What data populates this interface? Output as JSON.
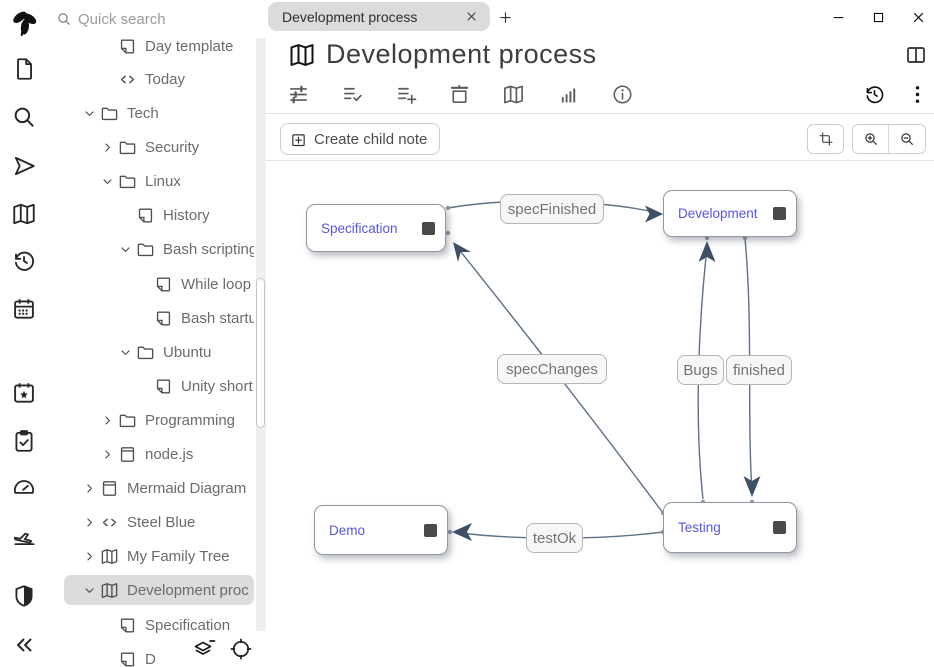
{
  "window": {
    "controls": [
      "minimize",
      "maximize",
      "close"
    ]
  },
  "tabs": {
    "active_tab": "Development process"
  },
  "sidebar": {
    "quick_search": {
      "placeholder": "Quick search"
    },
    "rail_icons": [
      "trilium-logo",
      "new-note-icon",
      "search-icon",
      "jump-to-note-icon",
      "open-map-icon",
      "recent-changes-icon",
      "calendar-icon",
      "bookmark-calendar-icon",
      "task-list-icon",
      "dashboard-icon",
      "travel-icon",
      "protected-session-icon",
      "collapse-tree-icon"
    ],
    "bottom_icons": [
      "layers-icon",
      "target-icon",
      "settings-icon"
    ],
    "tree": {
      "items": [
        {
          "label": "Day template",
          "type": "note"
        },
        {
          "label": "Today",
          "type": "code"
        },
        {
          "label": "Tech",
          "type": "folder",
          "expanded": true
        },
        {
          "label": "Security",
          "type": "folder",
          "expanded": false
        },
        {
          "label": "Linux",
          "type": "folder",
          "expanded": true
        },
        {
          "label": "History",
          "type": "note"
        },
        {
          "label": "Bash scripting",
          "type": "folder",
          "expanded": true
        },
        {
          "label": "While loop",
          "type": "note"
        },
        {
          "label": "Bash startu",
          "type": "note"
        },
        {
          "label": "Ubuntu",
          "type": "folder",
          "expanded": true
        },
        {
          "label": "Unity short",
          "type": "note"
        },
        {
          "label": "Programming",
          "type": "folder",
          "expanded": false
        },
        {
          "label": "node.js",
          "type": "book",
          "expanded": false
        },
        {
          "label": "Mermaid Diagram",
          "type": "book",
          "expanded": false
        },
        {
          "label": "Steel Blue",
          "type": "code",
          "expanded": false
        },
        {
          "label": "My Family Tree",
          "type": "map",
          "expanded": false
        },
        {
          "label": "Development proc",
          "type": "map",
          "expanded": true,
          "selected": true
        },
        {
          "label": "Specification",
          "type": "note"
        },
        {
          "label": "D",
          "type": "note"
        }
      ]
    }
  },
  "note": {
    "title": "Development process",
    "icon": "map-icon"
  },
  "ribbon": {
    "icons": [
      "basic-properties-icon",
      "owned-attributes-icon",
      "inherited-attributes-icon",
      "note-paths-icon",
      "note-map-icon",
      "note-info-icon",
      "info-circle-icon",
      "revisions-icon",
      "more-menu-icon"
    ]
  },
  "actions": {
    "create_child_note": "Create child note"
  },
  "canvas_toolbar": {
    "icons": [
      "reset-pan-zoom-icon",
      "zoom-in-icon",
      "zoom-out-icon"
    ]
  },
  "diagram": {
    "type": "relation-map",
    "nodes": [
      {
        "label": "Specification"
      },
      {
        "label": "Development"
      },
      {
        "label": "Demo"
      },
      {
        "label": "Testing"
      }
    ],
    "edges": [
      {
        "label": "specFinished",
        "from": "Specification",
        "to": "Development"
      },
      {
        "label": "specChanges",
        "from": "Testing",
        "to": "Specification"
      },
      {
        "label": "Bugs",
        "from": "Testing",
        "to": "Development"
      },
      {
        "label": "finished",
        "from": "Development",
        "to": "Testing"
      },
      {
        "label": "testOk",
        "from": "Testing",
        "to": "Demo"
      }
    ],
    "colors": {
      "node_text": "#5656e0",
      "edge_line": "#5f7189",
      "arrow": "#3e4f66",
      "label_text": "#737373"
    }
  }
}
